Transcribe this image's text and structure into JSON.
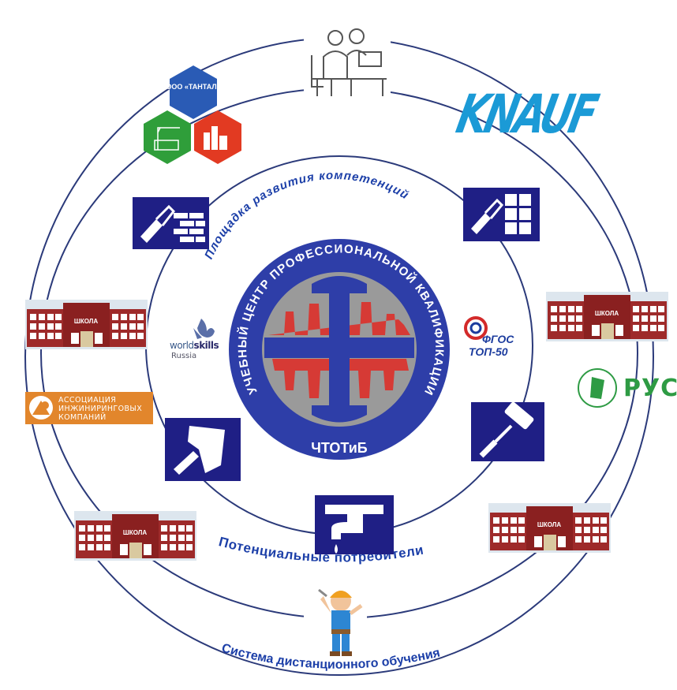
{
  "center": {
    "ring_text": "УЧЕБНЫЙ ЦЕНТР ПРОФЕССИОНАЛЬНОЙ КВАЛИФИКАЦИИ",
    "abbr": "ЧТОТиБ"
  },
  "rings": {
    "inner": "Площадка развития компетенций",
    "middle": "Потенциальные потребители",
    "outer": "Система дистанционного обучения"
  },
  "partners": {
    "tantal": "ООО «ТАНТАЛ»",
    "knauf": "KNAUF",
    "assoc": [
      "АССОЦИАЦИЯ",
      "ИНЖИНИРИНГОВЫХ",
      "КОМПАНИЙ"
    ],
    "rus": "РУС",
    "worldskills": [
      "world",
      "skills",
      "Russia"
    ],
    "fgos": [
      "ФГОС",
      "ТОП-50"
    ]
  },
  "school_label": "ШКОЛА",
  "colors": {
    "ring_line": "#2b3a7a",
    "ring_text": "#1c3fa8",
    "tile": "#1f1f85",
    "emblem_blue": "#2e3ea8",
    "emblem_red": "#d63a35",
    "school_wall": "#9e2a2a"
  },
  "icons": [
    "trowel-bricks-icon",
    "trowel-tiles-icon",
    "plaster-trowel-icon",
    "paint-roller-icon",
    "faucet-icon",
    "worker-icon",
    "elderly-users-icon"
  ]
}
